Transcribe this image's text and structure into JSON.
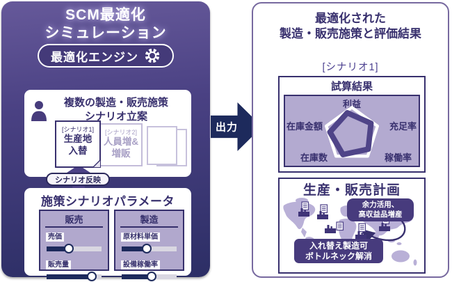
{
  "colors": {
    "accent_dark_purple": "#38306E",
    "navy": "#1D2A5C",
    "lavender": "#B3AAD0",
    "panel_gradient_top": "#66599A",
    "panel_gradient_bottom": "#2C2E65",
    "annotation_bg": "#473B7D",
    "map_land": "#B9B0D7"
  },
  "left_panel": {
    "title_line1": "SCM最適化",
    "title_line2": "シミュレーション",
    "engine_label": "最適化エンジン",
    "scenario_box": {
      "title_line1": "複数の製造・販売施策",
      "title_line2": "シナリオ立案",
      "cards": [
        {
          "tag": "[シナリオ1]",
          "line1": "生産地",
          "line2": "入替"
        },
        {
          "tag": "[シナリオ2]",
          "line1": "人員増&",
          "line2": "増販"
        }
      ]
    },
    "reflect_label": "シナリオ反映",
    "param_box": {
      "title": "施策シナリオパラメータ",
      "groups": [
        {
          "name": "販売",
          "sliders": [
            {
              "label": "売価",
              "value": 40
            },
            {
              "label": "販売量",
              "value": 82
            }
          ]
        },
        {
          "name": "製造",
          "sliders": [
            {
              "label": "原材料単価",
              "value": 45
            },
            {
              "label": "設備稼働率",
              "value": 55
            }
          ]
        }
      ]
    }
  },
  "output_arrow": {
    "label": "出力"
  },
  "right_panel": {
    "title_line1": "最適化された",
    "title_line2": "製造・販売施策と評価結果",
    "scenario_tag": "[シナリオ1]",
    "result_box": {
      "title": "試算結果",
      "radar_labels": [
        "利益",
        "充足率",
        "稼働率",
        "在庫数",
        "在庫金額"
      ]
    },
    "plan_box": {
      "title": "生産・販売計画",
      "annotations": [
        {
          "line1": "余力活用、",
          "line2": "高収益品増産"
        },
        {
          "line1": "入れ替え製造可",
          "line2": "ボトルネック解消"
        }
      ]
    }
  },
  "chart_data": {
    "type": "radar",
    "title": "試算結果",
    "categories": [
      "利益",
      "充足率",
      "稼働率",
      "在庫数",
      "在庫金額"
    ]
  }
}
